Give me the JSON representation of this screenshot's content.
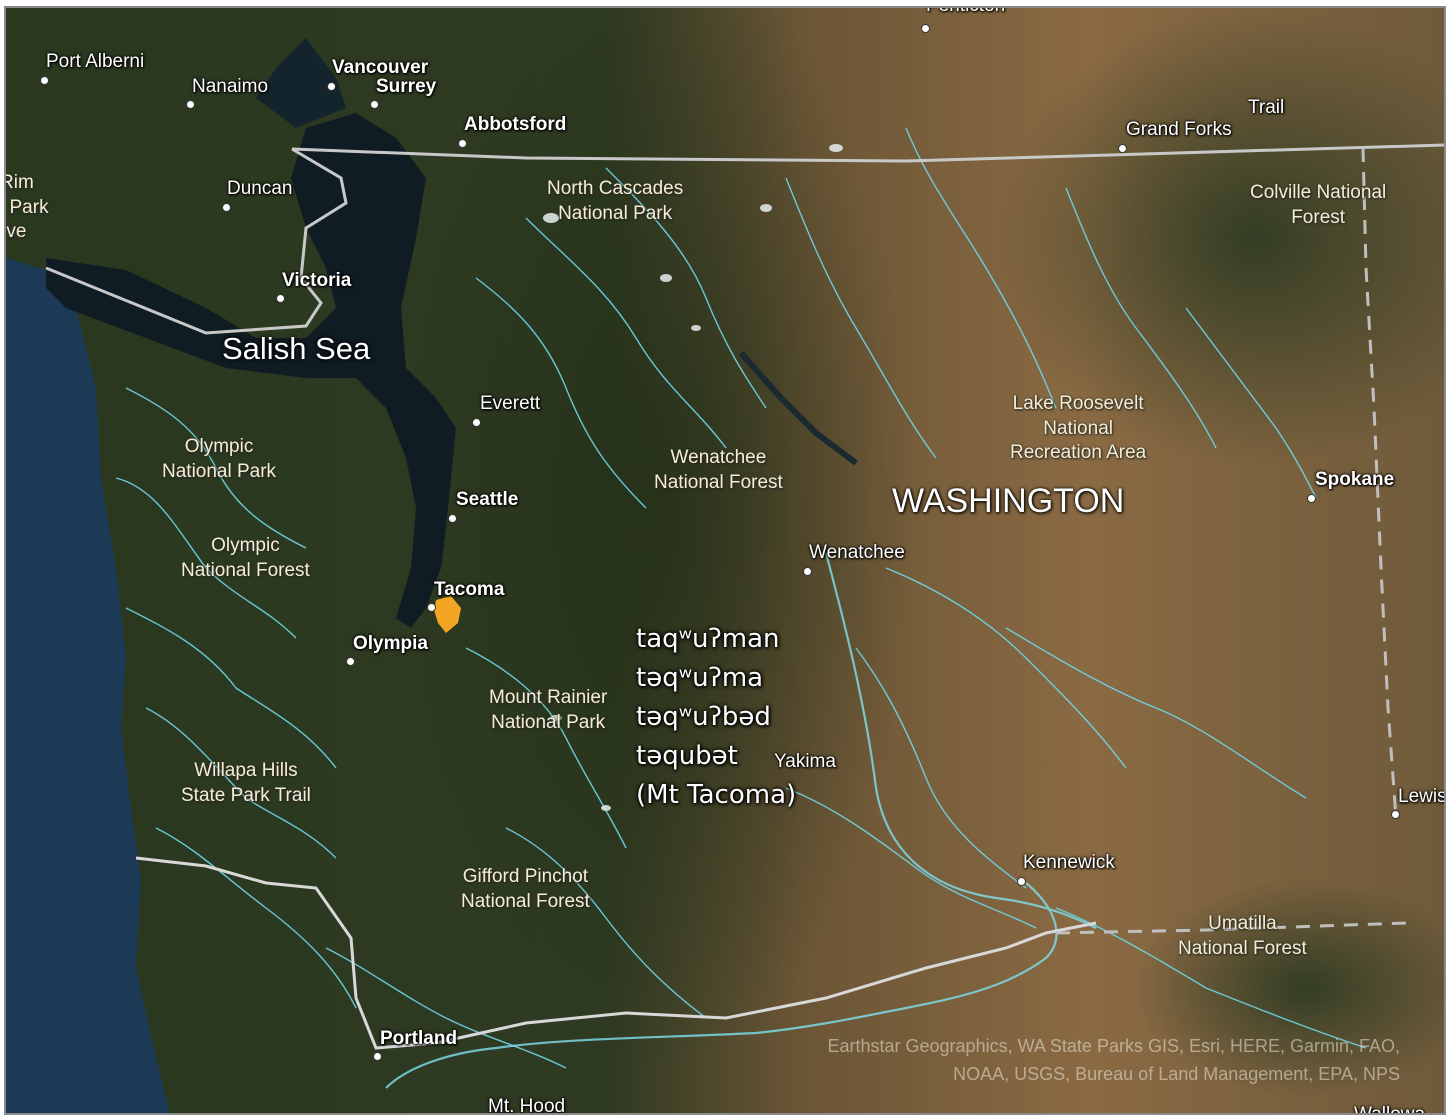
{
  "map": {
    "region_label": "WASHINGTON",
    "water_label": "Salish Sea",
    "colors": {
      "water": "#0f1c23",
      "ocean": "#1c3a56",
      "forest": "#2c3a1e",
      "arid": "#8a6a43",
      "rivers": "#6fd7ea",
      "boundary": "#c8c8c8",
      "marker": "#f2a623"
    },
    "cities": [
      {
        "name": "Port Alberni",
        "bold": false
      },
      {
        "name": "Nanaimo",
        "bold": false
      },
      {
        "name": "Vancouver",
        "bold": true
      },
      {
        "name": "Surrey",
        "bold": true
      },
      {
        "name": "Abbotsford",
        "bold": true
      },
      {
        "name": "Duncan",
        "bold": false
      },
      {
        "name": "Victoria",
        "bold": true
      },
      {
        "name": "Everett",
        "bold": false
      },
      {
        "name": "Seattle",
        "bold": true
      },
      {
        "name": "Tacoma",
        "bold": true
      },
      {
        "name": "Olympia",
        "bold": true
      },
      {
        "name": "Wenatchee",
        "bold": false
      },
      {
        "name": "Yakima",
        "bold": false
      },
      {
        "name": "Kennewick",
        "bold": false
      },
      {
        "name": "Spokane",
        "bold": true
      },
      {
        "name": "Portland",
        "bold": true
      },
      {
        "name": "Trail",
        "bold": false
      },
      {
        "name": "Grand Forks",
        "bold": false
      },
      {
        "name": "Lewis",
        "bold": false
      },
      {
        "name": "Penticton",
        "bold": false
      },
      {
        "name": "Mt. Hood",
        "bold": false
      },
      {
        "name": "Wallowa",
        "bold": false
      }
    ],
    "parks": [
      "Rim\nl Park\nrve",
      "North Cascades\nNational Park",
      "Colville National\nForest",
      "Olympic\nNational Park",
      "Olympic\nNational Forest",
      "Wenatchee\nNational Forest",
      "Lake Roosevelt\nNational\nRecreation Area",
      "Mount Rainier\nNational Park",
      "Willapa Hills\nState Park Trail",
      "Gifford Pinchot\nNational Forest",
      "Umatilla\nNational Forest"
    ],
    "mountain_names": [
      "taqʷuʔman",
      "təqʷuʔma",
      "təqʷuʔbəd",
      "təqubət",
      "(Mt Tacoma)"
    ],
    "attribution": [
      "Earthstar Geographics, WA State Parks GIS, Esri, HERE, Garmin, FAO,",
      "NOAA, USGS, Bureau of Land Management, EPA, NPS"
    ]
  }
}
